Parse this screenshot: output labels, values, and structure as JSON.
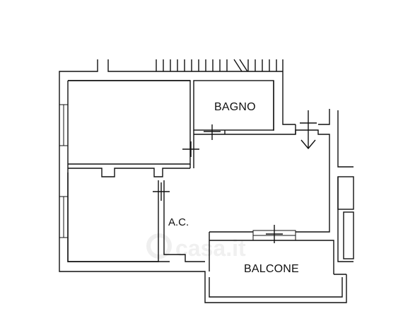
{
  "rooms": {
    "bathroom": "BAGNO",
    "living_area": "A.C.",
    "balcony": "BALCONE"
  },
  "watermark": {
    "text": "casa.it",
    "color": "#d9d9d9"
  },
  "colors": {
    "wall": "#111111",
    "background": "#ffffff"
  }
}
